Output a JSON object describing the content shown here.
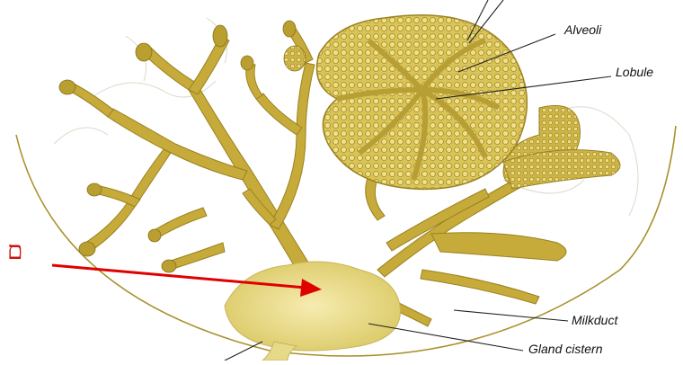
{
  "diagram": {
    "labels": {
      "alveoli": "Alveoli",
      "lobule": "Lobule",
      "milk_duct": "Milkduct",
      "gland_cistern": "Gland cistern",
      "hebrew_mark": "ם"
    },
    "colors": {
      "gland": "#c8ad3a",
      "gland_light": "#e6d98a",
      "cistern": "#efe29a",
      "outline": "#9a8120",
      "arrow": "#e00000",
      "boundary": "#a8922e"
    }
  }
}
